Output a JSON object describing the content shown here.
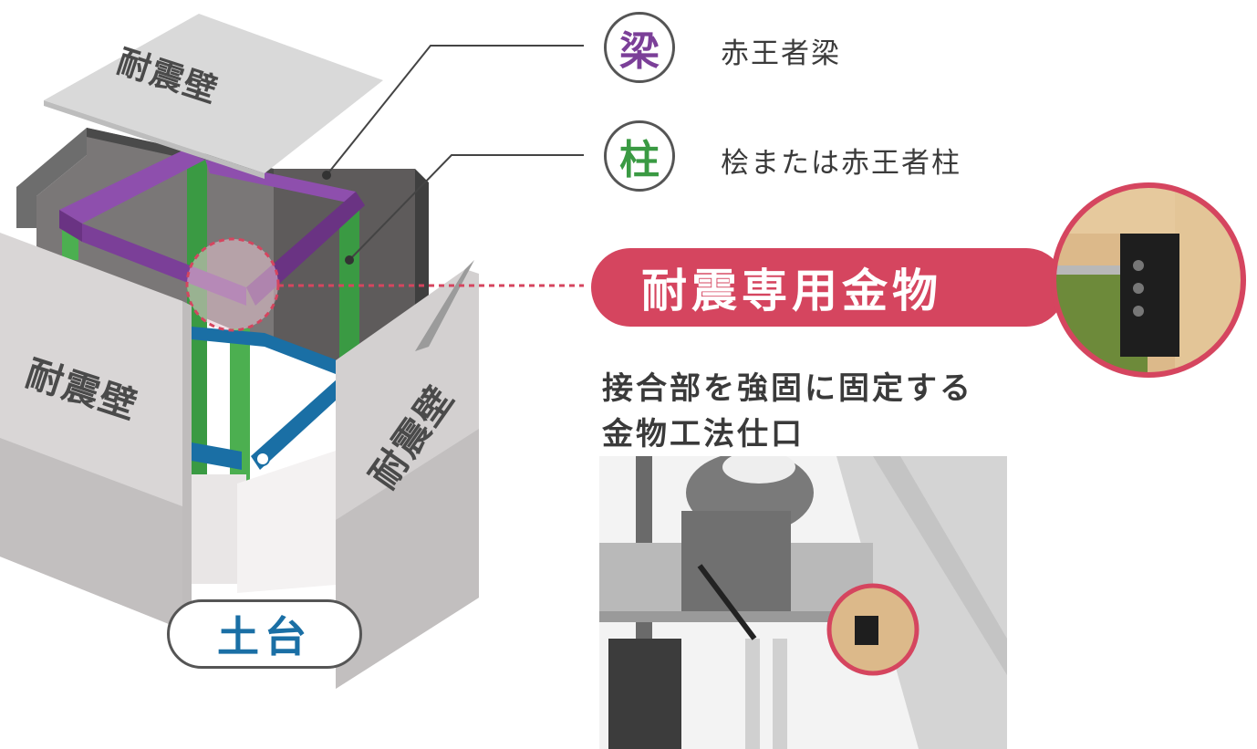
{
  "diagram": {
    "wall_label": "耐震壁",
    "beam": {
      "symbol": "梁",
      "description": "赤王者梁",
      "color": "#7b3f98"
    },
    "column": {
      "symbol": "柱",
      "description": "桧または赤王者柱",
      "color": "#3a9a43"
    },
    "sill": {
      "label": "土台",
      "color": "#1a6fa5"
    },
    "hardware": {
      "label": "耐震専用金物",
      "color": "#d5455f"
    },
    "caption_line1": "接合部を強固に固定する",
    "caption_line2": "金物工法仕口"
  }
}
